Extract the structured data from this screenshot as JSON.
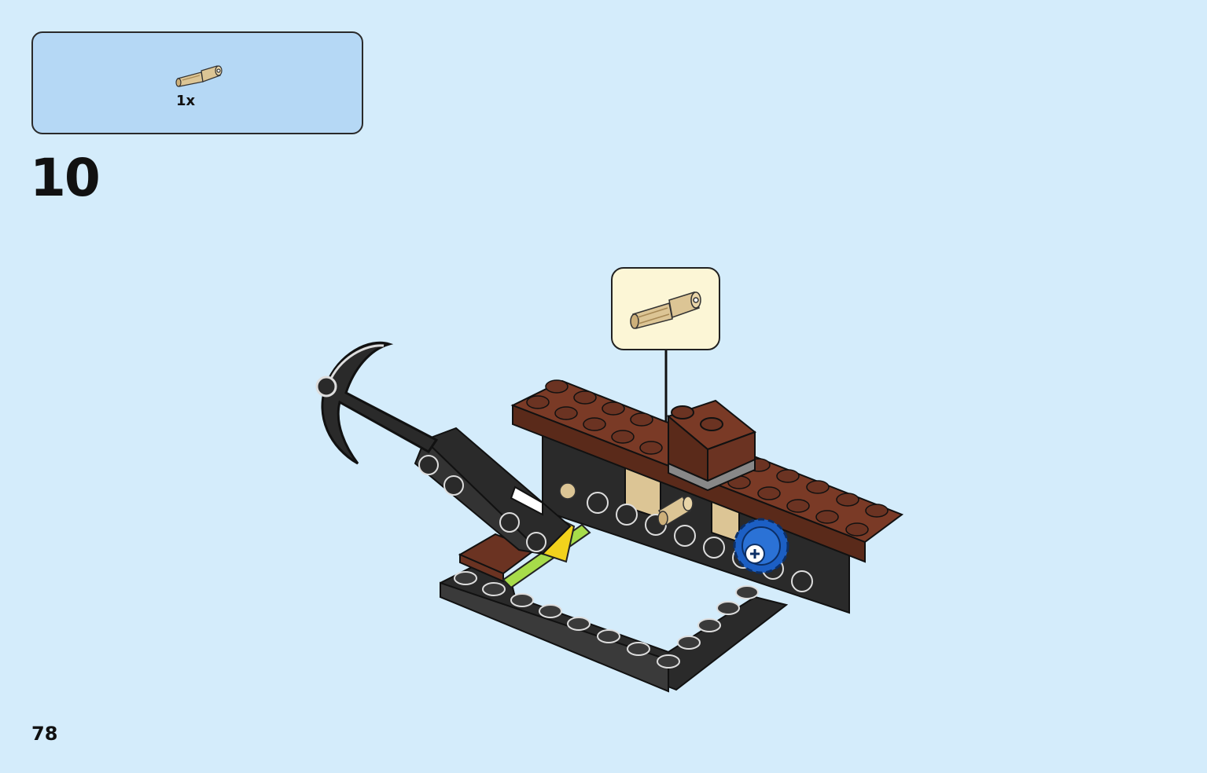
{
  "parts_list": {
    "items": [
      {
        "icon": "tan-axle-pin-icon",
        "quantity": "1x"
      }
    ]
  },
  "step": {
    "number": "10"
  },
  "page": {
    "number": "78"
  },
  "callout": {
    "icon": "tan-axle-pin-icon"
  },
  "colors": {
    "background": "#d4ecfb",
    "parts_box": "#b5d8f5",
    "callout_box": "#fcf6d6",
    "tan": "#dcc595",
    "brown": "#6b3322",
    "black_brick": "#2a2a2a",
    "blue_gear": "#1c5fc4",
    "yellow": "#f2d21c",
    "lime": "#a7dc4a"
  }
}
